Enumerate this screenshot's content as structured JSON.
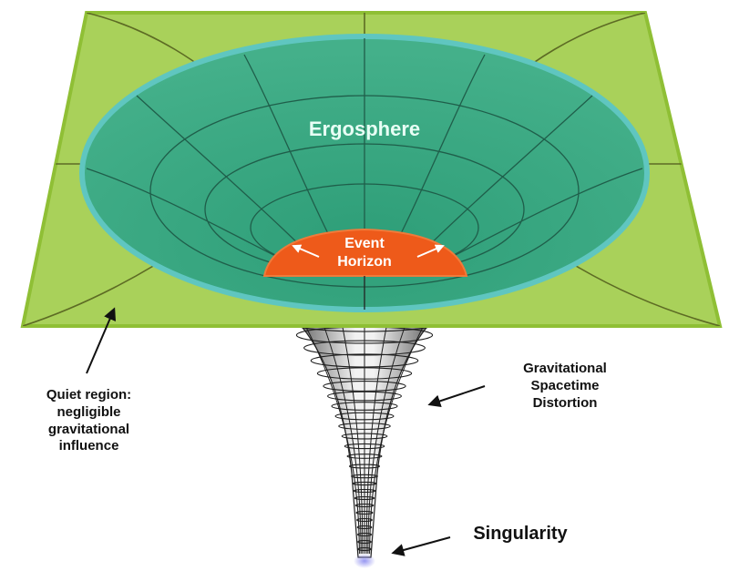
{
  "labels": {
    "ergosphere": "Ergosphere",
    "event_horizon_line1": "Event",
    "event_horizon_line2": "Horizon",
    "quiet_line1": "Quiet region:",
    "quiet_line2": "negligible",
    "quiet_line3": "gravitational",
    "quiet_line4": "influence",
    "distortion_line1": "Gravitational",
    "distortion_line2": "Spacetime",
    "distortion_line3": "Distortion",
    "singularity": "Singularity"
  },
  "colors": {
    "plane_fill": "#a9d15a",
    "plane_stroke": "#8fbf35",
    "grid_line": "#5d6b24",
    "ergosphere_fill": "#3aa882",
    "ergosphere_rim": "#5fc6c0",
    "event_horizon": "#ee5a1a",
    "funnel_dark": "#2e2e2e",
    "funnel_light": "#f2f2f2",
    "singularity_glow": "#8c8cf0",
    "arrow": "#111111"
  }
}
